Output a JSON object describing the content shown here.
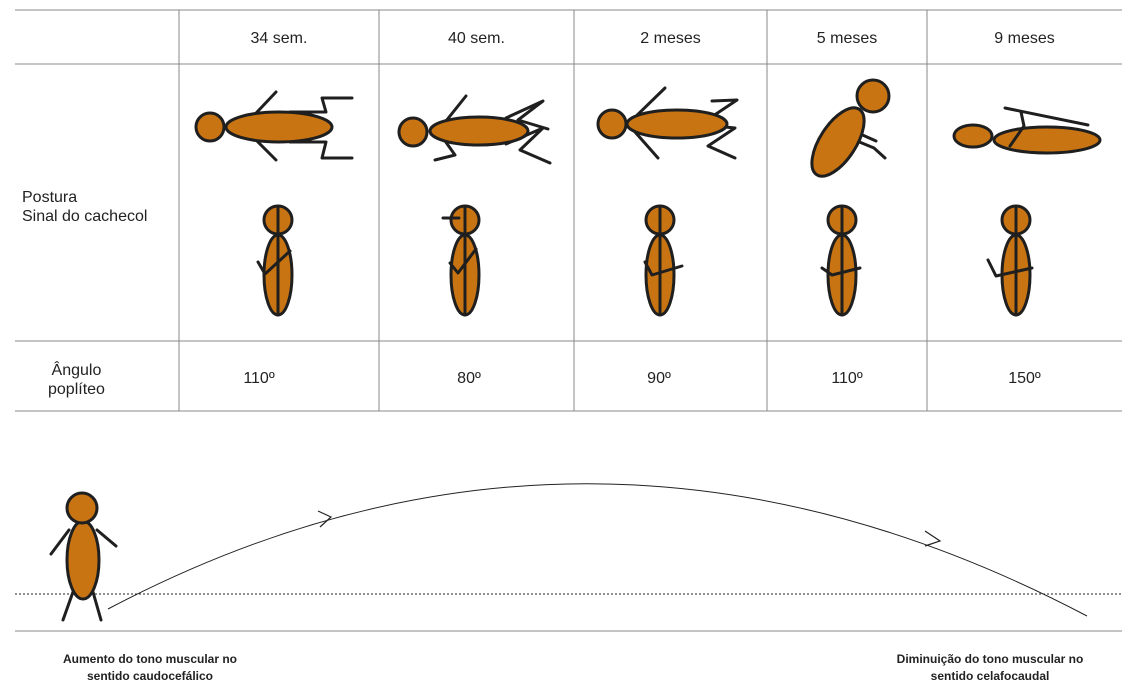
{
  "colors": {
    "figure_fill": "#c87412",
    "stroke": "#1f1f1f",
    "grid": "#888888"
  },
  "table": {
    "columns": [
      "34 sem.",
      "40 sem.",
      "2 meses",
      "5 meses",
      "9 meses"
    ],
    "rows": [
      {
        "label_lines": [
          "Postura",
          "Sinal do cachecol"
        ]
      },
      {
        "label_lines": [
          "Ângulo",
          "poplíteo"
        ],
        "values": [
          "110º",
          "80º",
          "90º",
          "110º",
          "150º"
        ]
      }
    ]
  },
  "diagram": {
    "left_caption_lines": [
      "Aumento do tono muscular no",
      "sentido caudocefálico"
    ],
    "right_caption_lines": [
      "Diminuição do tono muscular no",
      "sentido celafocaudal"
    ]
  }
}
